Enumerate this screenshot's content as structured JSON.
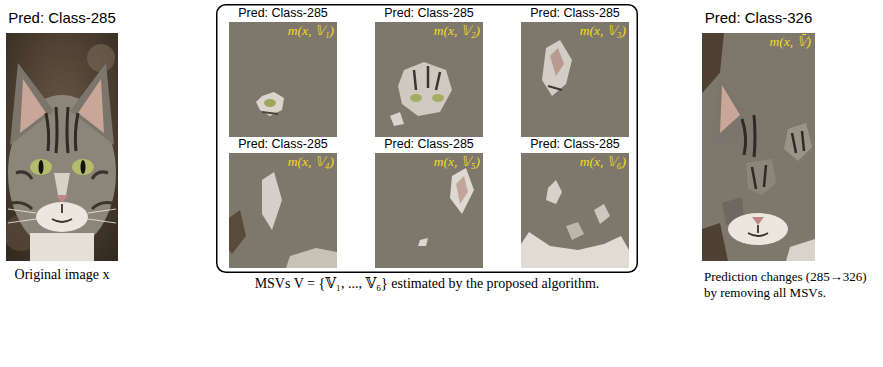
{
  "diagram": {
    "nodes": [
      {
        "text": [
          "Pred: Class-285",
          "Original image x"
        ]
      },
      {
        "text": [
          "MSVs V = {𝕍₁, ..., 𝕍₆} estimated by the proposed algorithm."
        ]
      },
      {
        "text": [
          "Pred: Class-285",
          "m(x, 𝕍₁)"
        ],
        "in": 1
      },
      {
        "text": [
          "Pred: Class-285",
          "m(x, 𝕍₂)"
        ],
        "in": 1
      },
      {
        "text": [
          "Pred: Class-285",
          "m(x, 𝕍₃)"
        ],
        "in": 1
      },
      {
        "text": [
          "Pred: Class-285",
          "m(x, 𝕍₄)"
        ],
        "in": 1
      },
      {
        "text": [
          "Pred: Class-285",
          "m(x, 𝕍₅)"
        ],
        "in": 1
      },
      {
        "text": [
          "Pred: Class-285",
          "m(x, 𝕍₆)"
        ],
        "in": 1
      },
      {
        "text": [
          "Pred: Class-326",
          "m(x, 𝕍̄)",
          "Prediction changes (285→326) by removing all MSVs."
        ]
      }
    ]
  }
}
